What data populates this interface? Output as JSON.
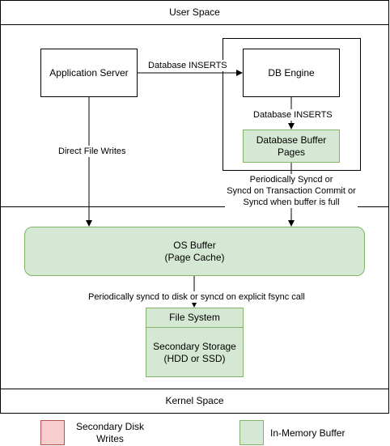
{
  "regions": {
    "user_space": "User Space",
    "kernel_space": "Kernel Space"
  },
  "nodes": {
    "app_server": "Application Server",
    "db_engine": "DB Engine",
    "db_buffer_line1": "Database Buffer",
    "db_buffer_line2": "Pages",
    "os_buffer_line1": "OS Buffer",
    "os_buffer_line2": "(Page Cache)",
    "file_system": "File System",
    "secondary_storage_line1": "Secondary Storage",
    "secondary_storage_line2": "(HDD or SSD)"
  },
  "edges": {
    "app_to_db": "Database INSERTS",
    "db_to_buffer": "Database INSERTS",
    "direct_writes": "Direct File Writes",
    "buffer_sync_line1": "Periodically Syncd or",
    "buffer_sync_line2": "Syncd on Transaction Commit or",
    "buffer_sync_line3": "Syncd when buffer is full",
    "os_sync": "Periodically syncd to disk or syncd on explicit fsync call"
  },
  "legend": {
    "disk_line1": "Secondary Disk",
    "disk_line2": "Writes",
    "memory": "In-Memory Buffer",
    "disk_color": "#f8cecc",
    "memory_color": "#d5e8d4"
  }
}
